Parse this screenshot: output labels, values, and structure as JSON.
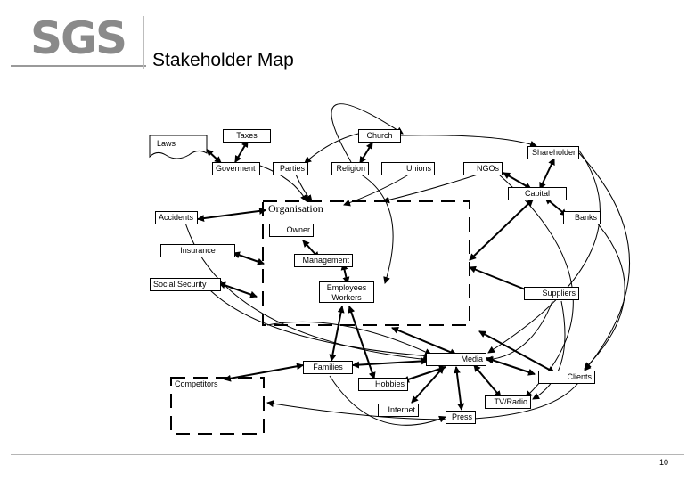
{
  "header": {
    "logo_text": "SGS",
    "title": "Stakeholder Map"
  },
  "nodes": {
    "laws": "Laws",
    "taxes": "Taxes",
    "church": "Church",
    "shareholder": "Shareholder",
    "government": "Goverment",
    "parties": "Parties",
    "religion": "Religion",
    "unions": "Unions",
    "ngos": "NGOs",
    "capital": "Capital",
    "organisation": "Organisation",
    "accidents": "Accidents",
    "banks": "Banks",
    "owner": "Owner",
    "insurance": "Insurance",
    "management": "Management",
    "social_security": "Social Security",
    "employees": "Employees",
    "workers": "Workers",
    "suppliers": "Suppliers",
    "media": "Media",
    "families": "Families",
    "clients": "Clients",
    "competitors": "Competitors",
    "hobbies": "Hobbies",
    "tv_radio": "TV/Radio",
    "internet": "Internet",
    "press": "Press"
  },
  "footer": {
    "page_number": "10"
  }
}
